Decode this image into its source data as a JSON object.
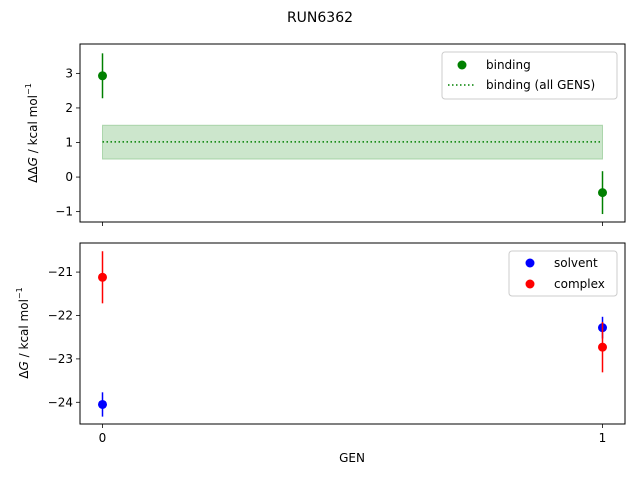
{
  "chart_data": [
    {
      "type": "scatter",
      "title": "RUN6362",
      "ylabel_main": "ΔΔ",
      "ylabel_var": "G",
      "ylabel_unit": " / kcal mol",
      "ylabel_sup": "−1",
      "ylim": [
        -1.3,
        3.85
      ],
      "yticks": [
        -1,
        0,
        1,
        2,
        3
      ],
      "xlim": [
        -0.045,
        1.045
      ],
      "xticks": [
        0,
        1
      ],
      "xticklabels_visible": false,
      "series": [
        {
          "name": "binding",
          "color": "#008000",
          "marker": "circle",
          "x": [
            0,
            1
          ],
          "y": [
            2.93,
            -0.45
          ],
          "yerr": [
            0.65,
            0.62
          ]
        }
      ],
      "reference": {
        "name": "binding (all GENS)",
        "color": "#008000",
        "style": "dotted",
        "x_range": [
          0,
          1
        ],
        "y": 1.02,
        "band": [
          0.52,
          1.5
        ],
        "band_color": "#008000",
        "band_alpha": 0.2
      },
      "legend": "top-right"
    },
    {
      "type": "scatter",
      "xlabel": "GEN",
      "ylabel_main": "Δ",
      "ylabel_var": "G",
      "ylabel_unit": " / kcal mol",
      "ylabel_sup": "−1",
      "ylim": [
        -24.5,
        -20.33
      ],
      "yticks": [
        -24,
        -23,
        -22,
        -21
      ],
      "xlim": [
        -0.045,
        1.045
      ],
      "xticks": [
        0,
        1
      ],
      "xticklabels": [
        "0",
        "1"
      ],
      "series": [
        {
          "name": "solvent",
          "color": "#0000ff",
          "marker": "circle",
          "x": [
            0,
            1
          ],
          "y": [
            -24.05,
            -22.28
          ],
          "yerr": [
            0.28,
            0.25
          ]
        },
        {
          "name": "complex",
          "color": "#ff0000",
          "marker": "circle",
          "x": [
            0,
            1
          ],
          "y": [
            -21.12,
            -22.73
          ],
          "yerr": [
            0.6,
            0.58
          ]
        }
      ],
      "legend": "top-right"
    }
  ]
}
